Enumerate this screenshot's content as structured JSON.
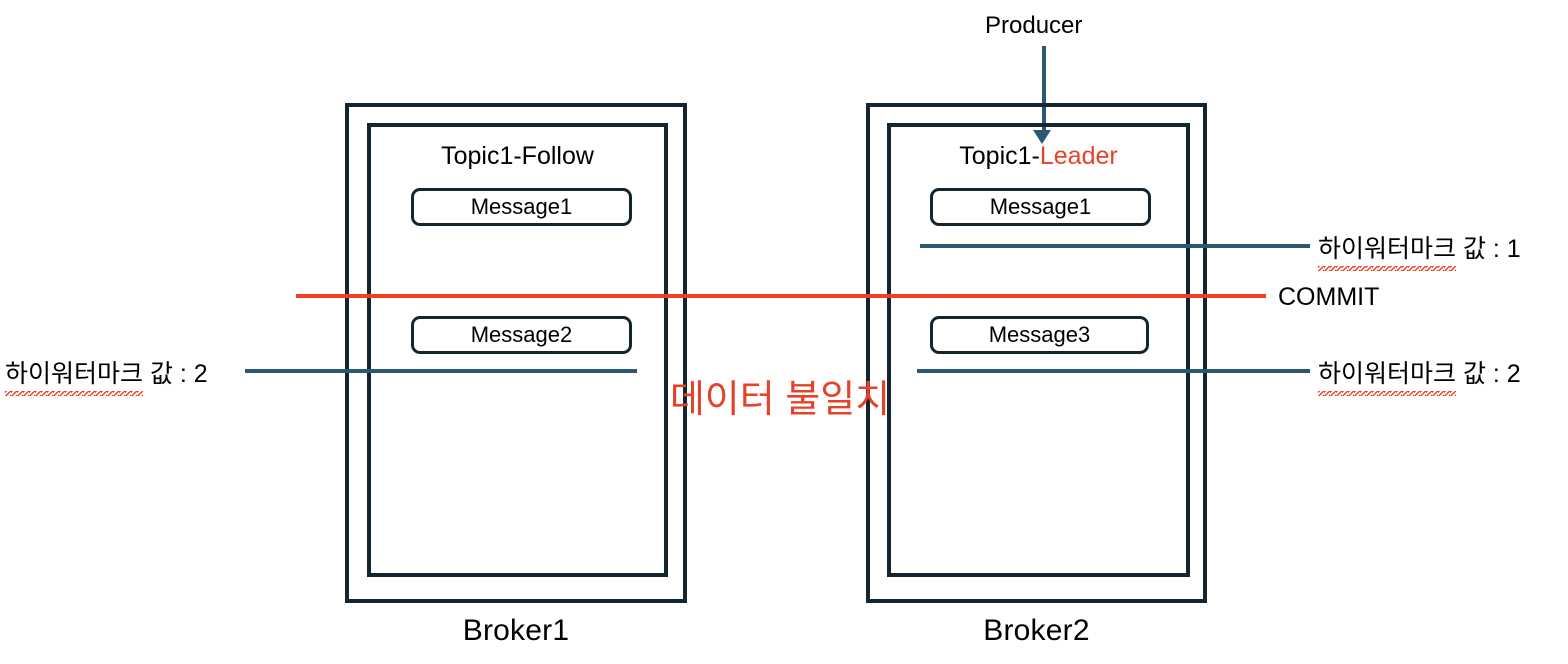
{
  "diagram": {
    "title_note": "Kafka high watermark data mismatch diagram",
    "producer": {
      "label": "Producer",
      "arrow_color": "#2d5871"
    },
    "commit": {
      "label": "COMMIT",
      "line_color": "#f04023"
    },
    "mismatch": {
      "label": "데이터 불일치",
      "color": "#e8412a"
    },
    "brokers": [
      {
        "caption": "Broker1",
        "topic_prefix": "Topic1-",
        "topic_role": "Follow",
        "role_color": "#000000",
        "messages": [
          "Message1",
          "Message2"
        ]
      },
      {
        "caption": "Broker2",
        "topic_prefix": "Topic1-",
        "topic_role": "Leader",
        "role_color": "#e8412a",
        "messages": [
          "Message1",
          "Message3"
        ]
      }
    ],
    "watermarks": [
      {
        "text": "하이워터마크 값 : 2",
        "korean": "하이워터마크",
        "value_text": " 값 : 2",
        "side": "left",
        "line_color": "#2d5871"
      },
      {
        "text": "하이워터마크 값 : 1",
        "korean": "하이워터마크",
        "value_text": " 값 : 1",
        "side": "right-top",
        "line_color": "#2d5871"
      },
      {
        "text": "하이워터마크 값 : 2",
        "korean": "하이워터마크",
        "value_text": " 값 : 2",
        "side": "right-bottom",
        "line_color": "#2d5871"
      }
    ],
    "colors": {
      "frame": "#13262f",
      "accent_blue": "#2d5871",
      "accent_red": "#f04023",
      "text": "#000000"
    }
  }
}
